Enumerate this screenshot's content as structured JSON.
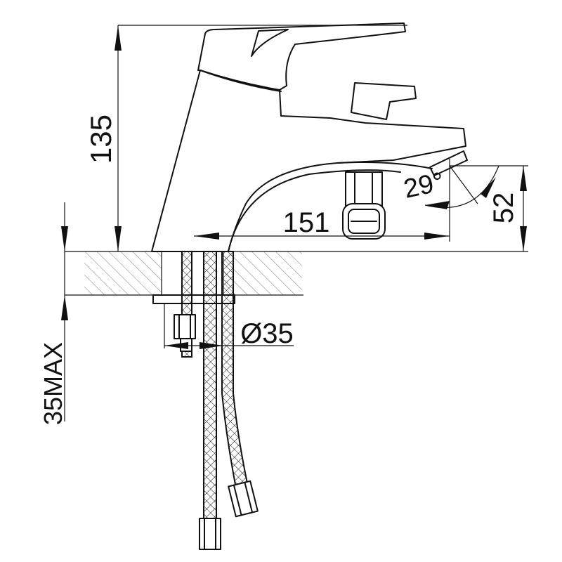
{
  "dimensions": {
    "height": "135",
    "spout_reach": "151",
    "spout_height": "52",
    "angle": "29°",
    "hole_diameter": "Ø35",
    "max_thickness": "35MAX"
  },
  "colors": {
    "line": "#111111",
    "hatch": "#777777",
    "background": "#ffffff"
  }
}
